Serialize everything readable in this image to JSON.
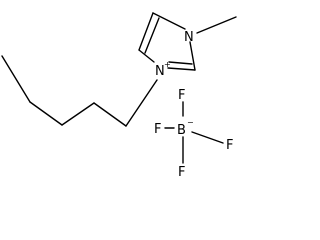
{
  "molecule": {
    "cation": {
      "atoms": {
        "n1": {
          "symbol": "N",
          "charge": "+"
        },
        "n3": {
          "symbol": "N"
        }
      }
    },
    "anion": {
      "atoms": {
        "b": {
          "symbol": "B",
          "charge": "−"
        },
        "f1": {
          "symbol": "F"
        },
        "f2": {
          "symbol": "F"
        },
        "f3": {
          "symbol": "F"
        },
        "f4": {
          "symbol": "F"
        }
      }
    }
  }
}
